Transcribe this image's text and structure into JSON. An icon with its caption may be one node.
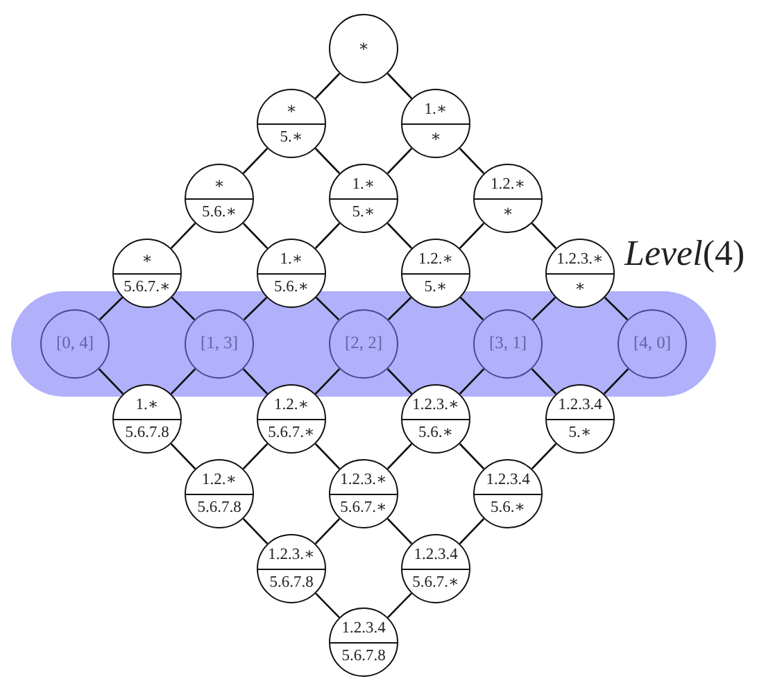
{
  "diagram": {
    "nodes": [
      {
        "text": [
          "∗"
        ]
      },
      {
        "text": [
          "∗",
          "5.∗"
        ]
      },
      {
        "text": [
          "1.∗",
          "∗"
        ]
      },
      {
        "text": [
          "∗",
          "5.6.∗"
        ]
      },
      {
        "text": [
          "1.∗",
          "5.∗"
        ]
      },
      {
        "text": [
          "1.2.∗",
          "∗"
        ]
      },
      {
        "text": [
          "∗",
          "5.6.7.∗"
        ]
      },
      {
        "text": [
          "1.∗",
          "5.6.∗"
        ]
      },
      {
        "text": [
          "1.2.∗",
          "5.∗"
        ]
      },
      {
        "text": [
          "1.2.3.∗",
          "∗"
        ]
      },
      {
        "text": [
          "*Level*(4)"
        ]
      },
      {
        "text": [
          "[0, 4]"
        ],
        "in": 10
      },
      {
        "text": [
          "[1, 3]"
        ],
        "in": 10
      },
      {
        "text": [
          "[2, 2]"
        ],
        "in": 10
      },
      {
        "text": [
          "[3, 1]"
        ],
        "in": 10
      },
      {
        "text": [
          "[4, 0]"
        ],
        "in": 10
      },
      {
        "text": [
          "1.∗",
          "5.6.7.8"
        ]
      },
      {
        "text": [
          "1.2.∗",
          "5.6.7.∗"
        ]
      },
      {
        "text": [
          "1.2.3.∗",
          "5.6.∗"
        ]
      },
      {
        "text": [
          "1.2.3.4",
          "5.∗"
        ]
      },
      {
        "text": [
          "1.2.∗",
          "5.6.7.8"
        ]
      },
      {
        "text": [
          "1.2.3.∗",
          "5.6.7.∗"
        ]
      },
      {
        "text": [
          "1.2.3.4",
          "5.6.∗"
        ]
      },
      {
        "text": [
          "1.2.3.∗",
          "5.6.7.8"
        ]
      },
      {
        "text": [
          "1.2.3.4",
          "5.6.7.∗"
        ]
      },
      {
        "text": [
          "1.2.3.4",
          "5.6.7.8"
        ]
      }
    ],
    "edges": [
      {
        "from": 0,
        "to": 1,
        "arrow": "none"
      },
      {
        "from": 0,
        "to": 2,
        "arrow": "none"
      },
      {
        "from": 1,
        "to": 3,
        "arrow": "none"
      },
      {
        "from": 1,
        "to": 4,
        "arrow": "none"
      },
      {
        "from": 2,
        "to": 4,
        "arrow": "none"
      },
      {
        "from": 2,
        "to": 5,
        "arrow": "none"
      },
      {
        "from": 3,
        "to": 6,
        "arrow": "none"
      },
      {
        "from": 3,
        "to": 7,
        "arrow": "none"
      },
      {
        "from": 4,
        "to": 7,
        "arrow": "none"
      },
      {
        "from": 4,
        "to": 8,
        "arrow": "none"
      },
      {
        "from": 5,
        "to": 8,
        "arrow": "none"
      },
      {
        "from": 5,
        "to": 9,
        "arrow": "none"
      },
      {
        "from": 6,
        "to": 11,
        "arrow": "none"
      },
      {
        "from": 6,
        "to": 12,
        "arrow": "none"
      },
      {
        "from": 7,
        "to": 12,
        "arrow": "none"
      },
      {
        "from": 7,
        "to": 13,
        "arrow": "none"
      },
      {
        "from": 8,
        "to": 13,
        "arrow": "none"
      },
      {
        "from": 8,
        "to": 14,
        "arrow": "none"
      },
      {
        "from": 9,
        "to": 14,
        "arrow": "none"
      },
      {
        "from": 9,
        "to": 15,
        "arrow": "none"
      },
      {
        "from": 11,
        "to": 16,
        "arrow": "none"
      },
      {
        "from": 12,
        "to": 16,
        "arrow": "none"
      },
      {
        "from": 12,
        "to": 17,
        "arrow": "none"
      },
      {
        "from": 13,
        "to": 17,
        "arrow": "none"
      },
      {
        "from": 13,
        "to": 18,
        "arrow": "none"
      },
      {
        "from": 14,
        "to": 18,
        "arrow": "none"
      },
      {
        "from": 14,
        "to": 19,
        "arrow": "none"
      },
      {
        "from": 15,
        "to": 19,
        "arrow": "none"
      },
      {
        "from": 16,
        "to": 20,
        "arrow": "none"
      },
      {
        "from": 17,
        "to": 20,
        "arrow": "none"
      },
      {
        "from": 17,
        "to": 21,
        "arrow": "none"
      },
      {
        "from": 18,
        "to": 21,
        "arrow": "none"
      },
      {
        "from": 18,
        "to": 22,
        "arrow": "none"
      },
      {
        "from": 19,
        "to": 22,
        "arrow": "none"
      },
      {
        "from": 20,
        "to": 23,
        "arrow": "none"
      },
      {
        "from": 21,
        "to": 23,
        "arrow": "none"
      },
      {
        "from": 21,
        "to": 24,
        "arrow": "none"
      },
      {
        "from": 22,
        "to": 24,
        "arrow": "none"
      },
      {
        "from": 23,
        "to": 25,
        "arrow": "none"
      },
      {
        "from": 24,
        "to": 25,
        "arrow": "none"
      }
    ]
  }
}
